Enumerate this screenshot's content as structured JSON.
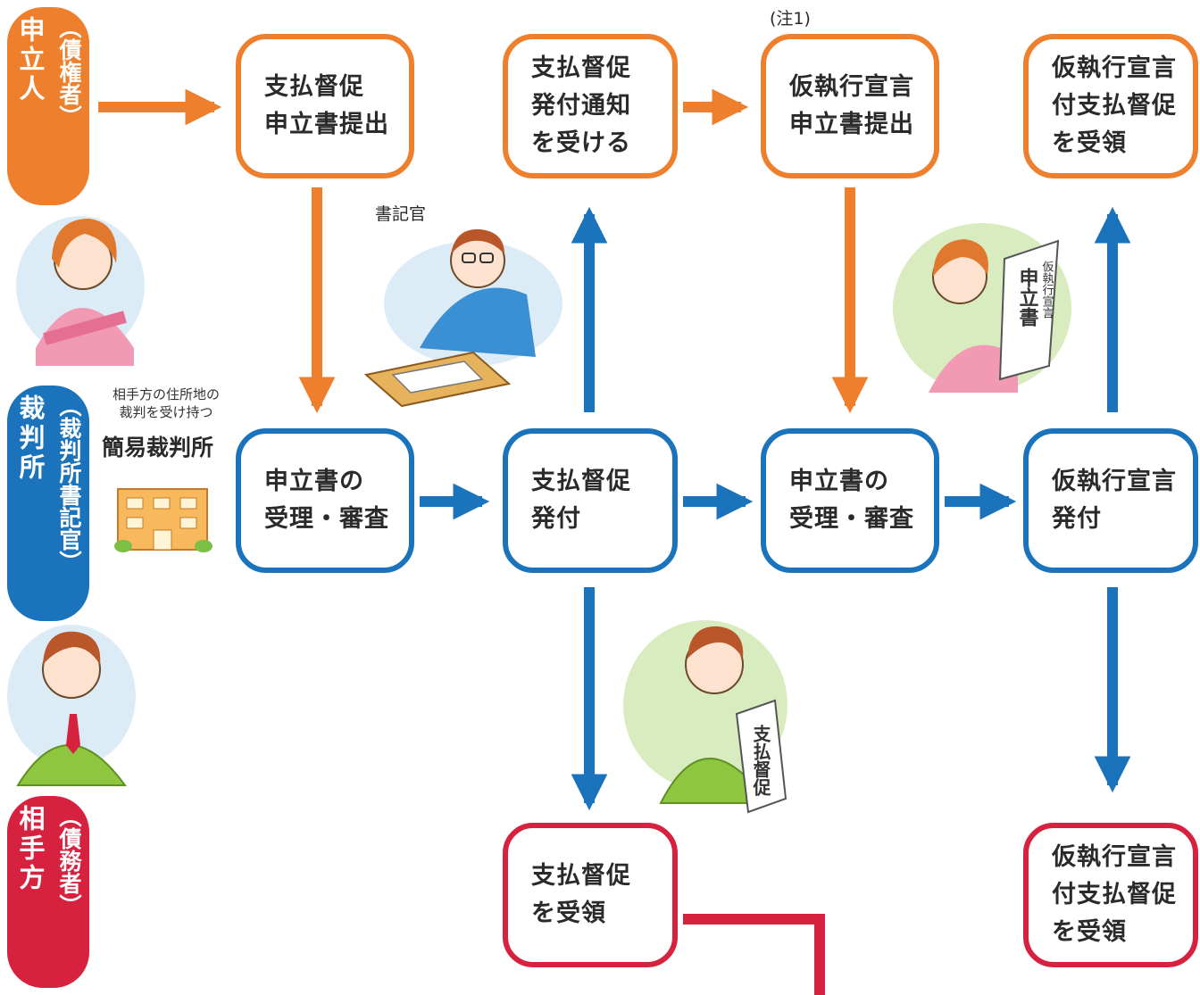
{
  "colors": {
    "orange": "#ee7f2d",
    "blue": "#1b74bb",
    "red": "#d7223f"
  },
  "lanes": {
    "applicant": {
      "main": "申立人",
      "sub": "（債権者）"
    },
    "court": {
      "main": "裁判所",
      "sub": "（裁判所書記官）"
    },
    "respondent": {
      "main": "相手方",
      "sub": "（債務者）"
    }
  },
  "court_note": "相手方の住所地の\n裁判を受け持つ",
  "court_name": "簡易裁判所",
  "clerk_label": "書記官",
  "note1": "(注1)",
  "steps": {
    "a1": "支払督促\n申立書提出",
    "a2": "支払督促\n発付通知\nを受ける",
    "a3": "仮執行宣言\n申立書提出",
    "a4": "仮執行宣言\n付支払督促\nを受領",
    "c1": "申立書の\n受理・審査",
    "c2": "支払督促\n発付",
    "c3": "申立書の\n受理・審査",
    "c4": "仮執行宣言\n発付",
    "r1": "支払督促\nを受領",
    "r2": "仮執行宣言\n付支払督促\nを受領"
  },
  "illustrations": {
    "creditor": "woman-arms-crossed-illustration",
    "clerk": "clerk-writing-illustration",
    "courthouse": "courthouse-building-illustration",
    "debtor": "man-worried-illustration",
    "debtor_reading": "man-reading-document-illustration",
    "doc_text": "支払督促",
    "creditor_reading": "woman-holding-document-illustration",
    "doc2_text_vertical": "仮執行宣言",
    "doc2_text_big": "申立書"
  }
}
